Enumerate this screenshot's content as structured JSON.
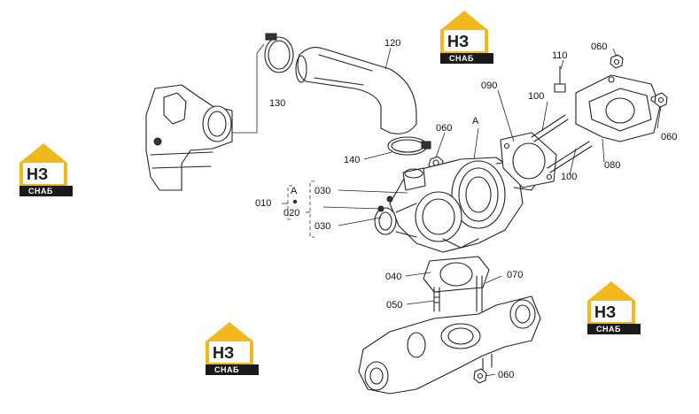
{
  "callouts": {
    "c120": "120",
    "c130": "130",
    "c060a": "060",
    "c110": "110",
    "c090": "090",
    "c100a": "100",
    "cA1": "A",
    "c140": "140",
    "c060b": "060",
    "c030a": "030",
    "c010": "010",
    "cA2": "A",
    "c020": "020",
    "c030b": "030",
    "c060c": "060",
    "c080": "080",
    "c100b": "100",
    "c040": "040",
    "c070": "070",
    "c050": "050",
    "c060d": "060"
  },
  "watermark": {
    "letters": "НЗ",
    "sub": "СНАБ",
    "colors": {
      "gold": "#f2b81c",
      "black": "#1a1a1a"
    }
  }
}
